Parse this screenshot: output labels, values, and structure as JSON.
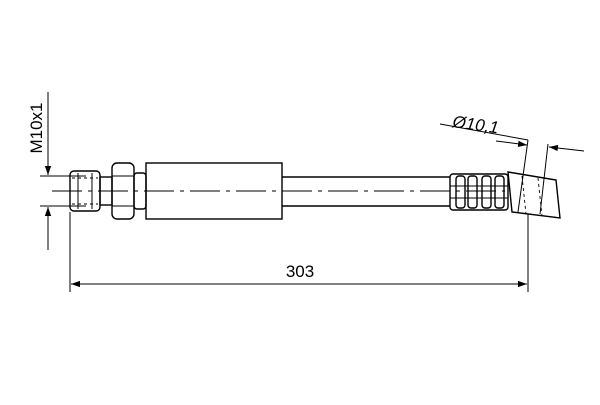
{
  "drawing": {
    "title": "",
    "thread_label": "M10x1",
    "diameter_label": "Ø10,1",
    "length_label": "303",
    "line_color": "#000000",
    "background_color": "#ffffff"
  }
}
